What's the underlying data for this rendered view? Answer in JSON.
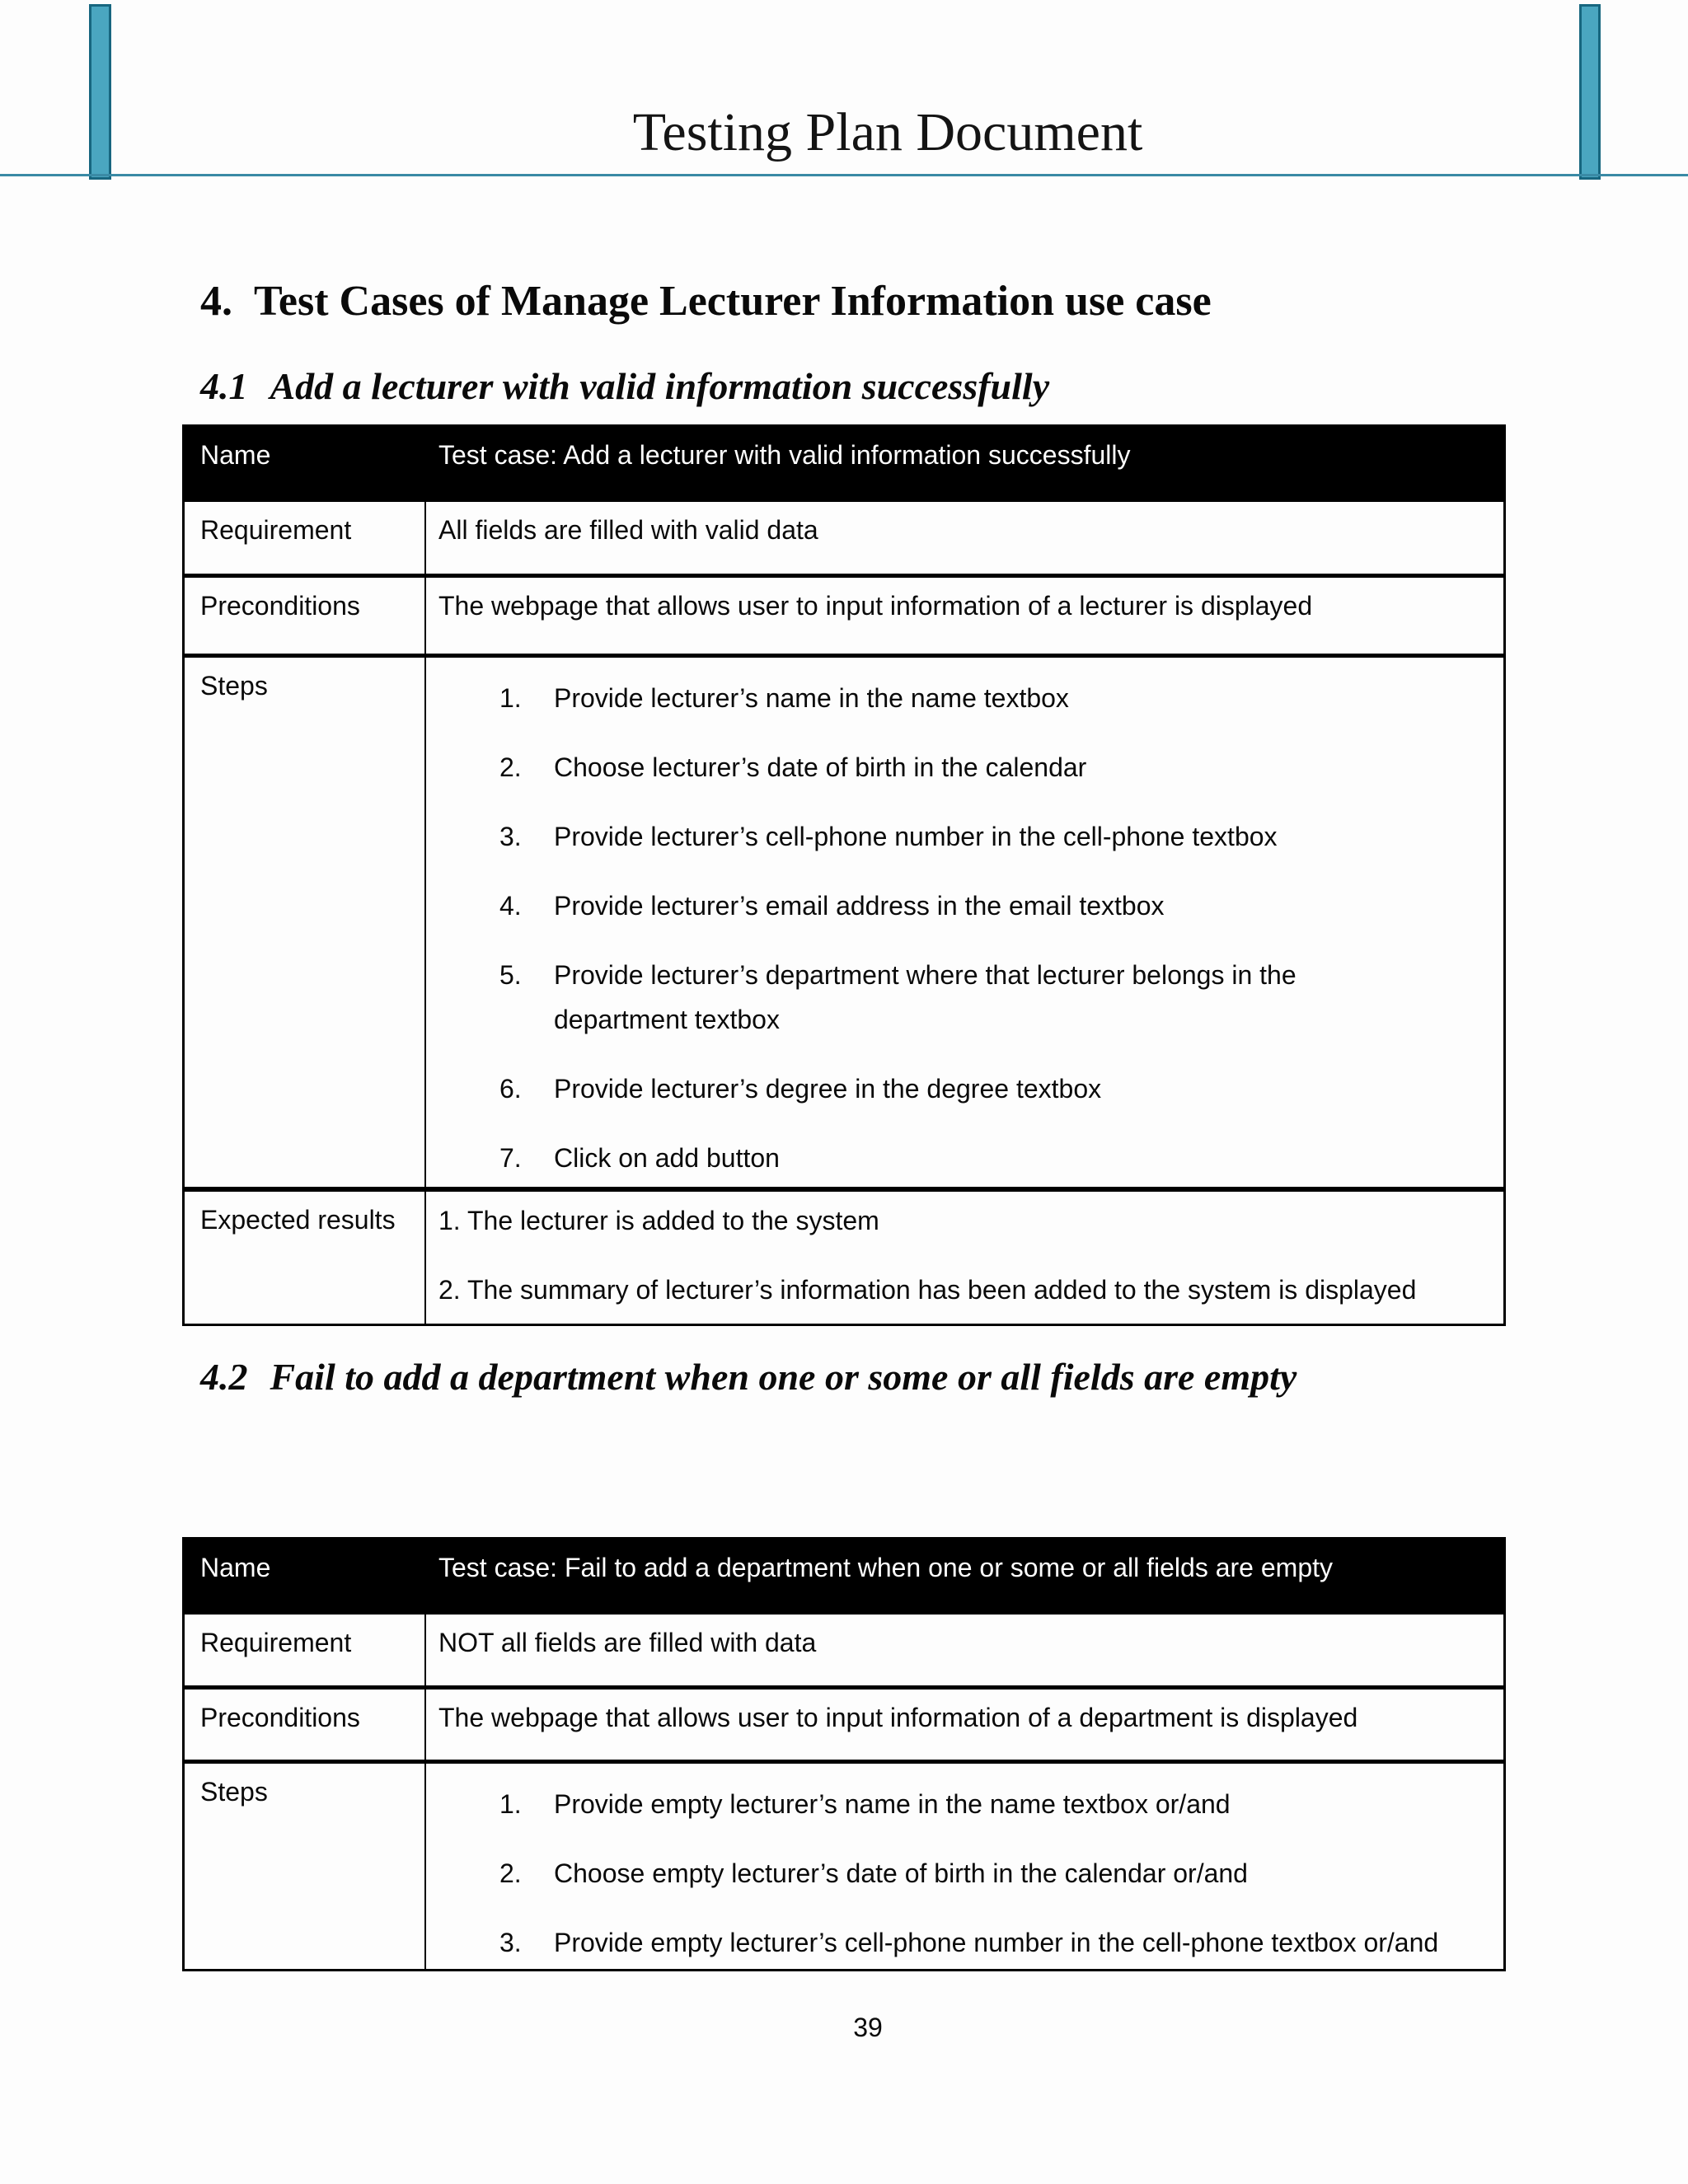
{
  "page": {
    "title": "Testing Plan Document",
    "number": "39"
  },
  "colors": {
    "accent_bar_fill": "#4aa6c0",
    "accent_bar_border": "#17667f",
    "header_rule": "#3a8aa5",
    "table_header_bg": "#000000",
    "table_header_text": "#ffffff"
  },
  "headings": {
    "h1": {
      "number": "4.",
      "text": "Test Cases of Manage Lecturer Information use case"
    },
    "h2_1": {
      "number": "4.1",
      "text": "Add a lecturer with valid information successfully"
    },
    "h2_2": {
      "number": "4.2",
      "text": "Fail to add a department when one or some or all fields are empty"
    }
  },
  "table1": {
    "name_label": "Name",
    "name_value": "Test case: Add a lecturer with valid information successfully",
    "requirement_label": "Requirement",
    "requirement_value": "All fields are filled with valid data",
    "preconditions_label": "Preconditions",
    "preconditions_value": "The webpage that allows user to input information of a lecturer is displayed",
    "steps_label": "Steps",
    "steps_numbers": [
      "1.",
      "2.",
      "3.",
      "4.",
      "5.",
      "6.",
      "7."
    ],
    "steps": [
      "Provide lecturer’s name in the name textbox",
      "Choose lecturer’s date of birth in the calendar",
      "Provide lecturer’s cell-phone number in the cell-phone textbox",
      "Provide lecturer’s email address in the email textbox",
      "Provide lecturer’s department where that lecturer belongs in the\ndepartment textbox",
      "Provide lecturer’s degree in the degree textbox",
      "Click on add button"
    ],
    "expected_label": "Expected results",
    "expected": [
      "1. The lecturer is added to the system",
      "2. The summary of lecturer’s information has been added to the system is displayed"
    ]
  },
  "table2": {
    "name_label": "Name",
    "name_value": "Test case: Fail to add a department when one or some or all fields are empty",
    "requirement_label": "Requirement",
    "requirement_value": "NOT all fields are filled with data",
    "preconditions_label": "Preconditions",
    "preconditions_value": "The webpage that allows user to input information of a department is displayed",
    "steps_label": "Steps",
    "steps_numbers": [
      "1.",
      "2.",
      "3."
    ],
    "steps": [
      "Provide empty lecturer’s name in the name textbox or/and",
      "Choose empty lecturer’s date of birth in the calendar or/and",
      "Provide empty lecturer’s cell-phone number in the cell-phone textbox or/and"
    ]
  }
}
